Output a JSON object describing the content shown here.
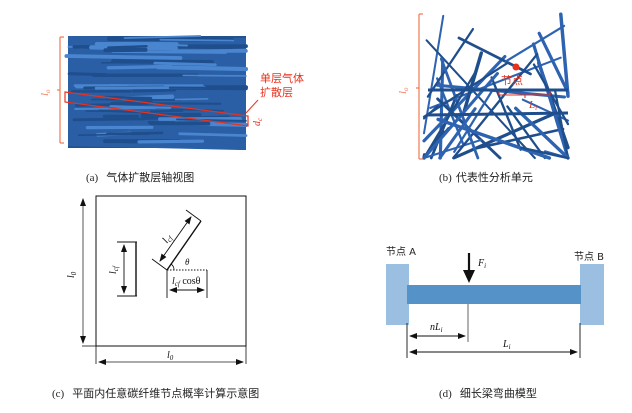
{
  "figure": {
    "panels": [
      {
        "id": "a",
        "label": "(a)",
        "caption": "气体扩散层轴视图",
        "annotations": {
          "height_label": "l",
          "height_sub": "o",
          "layer_label_line1": "单层气体",
          "layer_label_line2": "扩散层",
          "thickness_label": "d",
          "thickness_sub": "c"
        }
      },
      {
        "id": "b",
        "label": "(b)",
        "caption": "代表性分析单元",
        "annotations": {
          "side_label": "l",
          "side_sub": "o",
          "node_label": "节点",
          "segment_label": "L",
          "segment_sub": "i"
        }
      },
      {
        "id": "c",
        "label": "(c)",
        "caption": "平面内任意碳纤维节点概率计算示意图",
        "annotations": {
          "height_label": "l",
          "height_sub": "0",
          "width_label": "l",
          "width_sub": "0",
          "fiber_vertical_label": "l",
          "fiber_vertical_sub": "cf",
          "fiber_tilted_label": "l",
          "fiber_tilted_sub": "cf",
          "angle_label": "θ",
          "projection_label": "l",
          "projection_sub": "cf",
          "projection_suffix": " cosθ"
        }
      },
      {
        "id": "d",
        "label": "(d)",
        "caption": "细长梁弯曲模型",
        "annotations": {
          "node_a": "节点 A",
          "node_b": "节点 B",
          "force_label": "F",
          "force_sub": "i",
          "load_pos_prefix": "n",
          "load_pos_label": "L",
          "load_pos_sub": "i",
          "span_label": "L",
          "span_sub": "i"
        }
      }
    ],
    "colors": {
      "fiber_dark": "#1f4e8c",
      "fiber_mid": "#2d63b0",
      "fiber_light": "#4a86cf",
      "annotation_red": "#e8321e",
      "bracket_orange": "#f07850",
      "beam": "#5592c8",
      "support": "#9bbfe0",
      "line": "#111111"
    }
  }
}
